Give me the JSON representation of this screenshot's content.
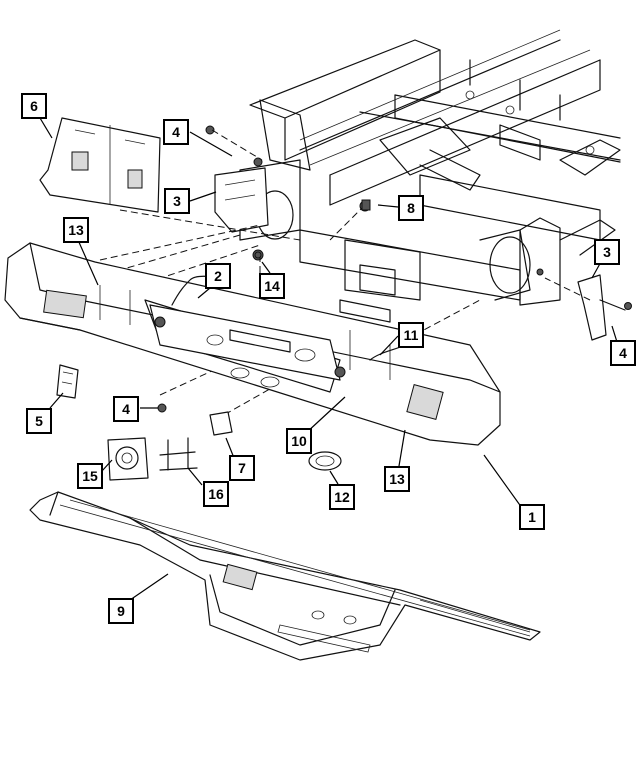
{
  "callouts": [
    {
      "id": "c6",
      "label": "6"
    },
    {
      "id": "c4a",
      "label": "4"
    },
    {
      "id": "c3a",
      "label": "3"
    },
    {
      "id": "c8",
      "label": "8"
    },
    {
      "id": "c13a",
      "label": "13"
    },
    {
      "id": "c2",
      "label": "2"
    },
    {
      "id": "c14",
      "label": "14"
    },
    {
      "id": "c3b",
      "label": "3"
    },
    {
      "id": "c4b",
      "label": "4"
    },
    {
      "id": "c11",
      "label": "11"
    },
    {
      "id": "c5",
      "label": "5"
    },
    {
      "id": "c4c",
      "label": "4"
    },
    {
      "id": "c10",
      "label": "10"
    },
    {
      "id": "c7",
      "label": "7"
    },
    {
      "id": "c15",
      "label": "15"
    },
    {
      "id": "c16",
      "label": "16"
    },
    {
      "id": "c12",
      "label": "12"
    },
    {
      "id": "c13b",
      "label": "13"
    },
    {
      "id": "c1",
      "label": "1"
    },
    {
      "id": "c9",
      "label": "9"
    }
  ],
  "colors": {
    "line": "#111111",
    "background": "#ffffff",
    "shade": "#d9d9d9"
  }
}
